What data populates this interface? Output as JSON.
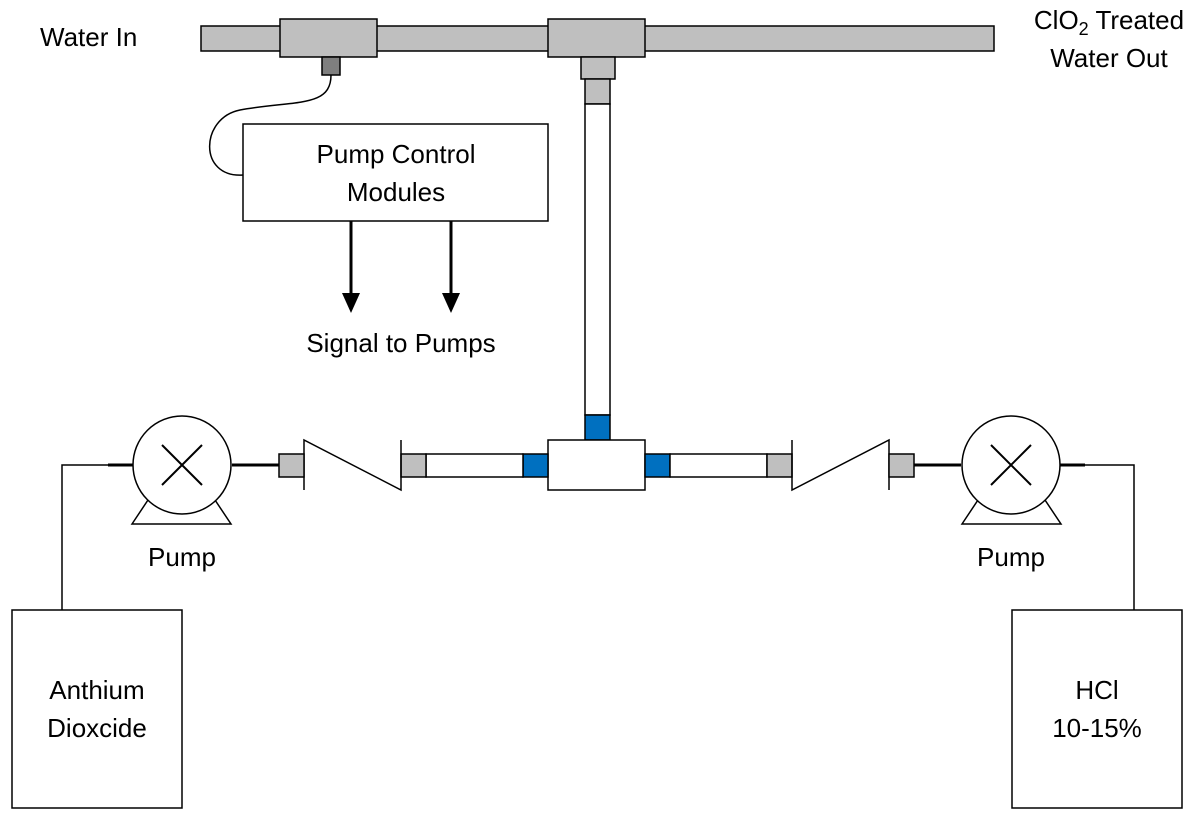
{
  "labels": {
    "water_in": "Water In",
    "treated_out_prefix": "ClO",
    "treated_out_subscript": "2",
    "treated_out_suffix": " Treated",
    "treated_out_line2": "Water Out",
    "control_line1": "Pump Control",
    "control_line2": "Modules",
    "signal": "Signal to Pumps",
    "pump_left": "Pump",
    "pump_right": "Pump",
    "tank_left_line1": "Anthium",
    "tank_left_line2": "Dioxcide",
    "tank_right_line1": "HCl",
    "tank_right_line2": "10-15%"
  },
  "colors": {
    "pipe_fill": "#bfbfbf",
    "fitting_blue": "#0070c0",
    "line": "#000000",
    "background": "#ffffff"
  }
}
